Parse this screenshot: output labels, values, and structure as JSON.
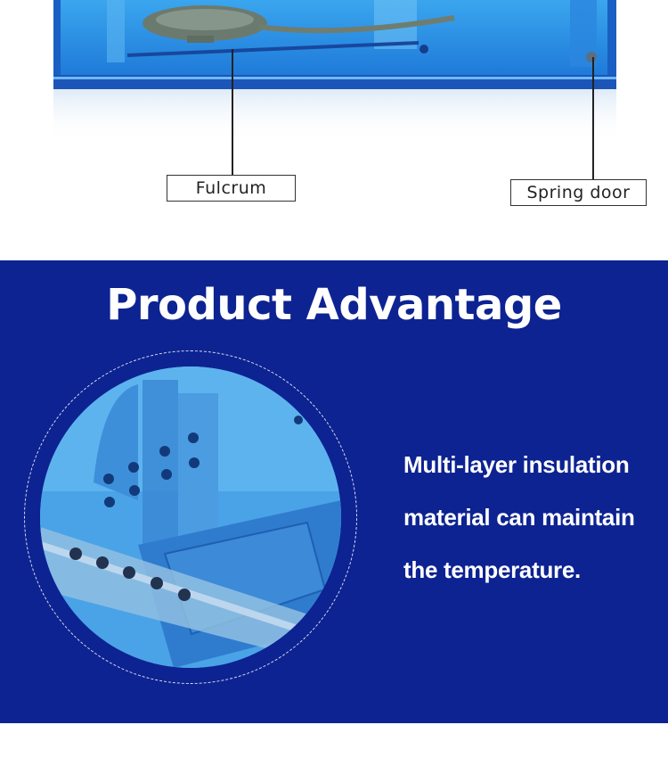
{
  "callouts": {
    "fulcrum": "Fulcrum",
    "spring_door": "Spring door"
  },
  "advantage": {
    "title": "Product Advantage",
    "lines": [
      "Multi-layer insulation",
      "material can maintain",
      "the temperature."
    ]
  },
  "colors": {
    "section_bg": "#0d2392",
    "trap_blue": "#1f6fd6",
    "text": "#ffffff"
  }
}
